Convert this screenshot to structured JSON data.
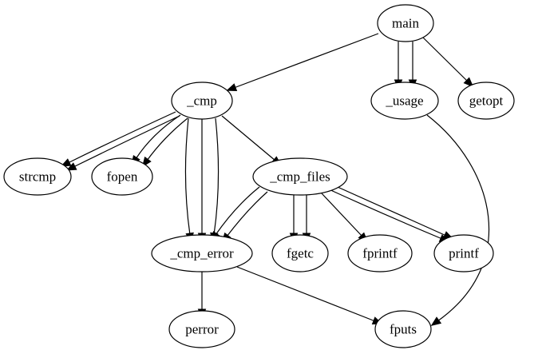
{
  "graph": {
    "type": "call-graph",
    "nodes": [
      {
        "id": "main",
        "label": "main"
      },
      {
        "id": "_cmp",
        "label": "_cmp"
      },
      {
        "id": "_usage",
        "label": "_usage"
      },
      {
        "id": "getopt",
        "label": "getopt"
      },
      {
        "id": "strcmp",
        "label": "strcmp"
      },
      {
        "id": "fopen",
        "label": "fopen"
      },
      {
        "id": "_cmp_files",
        "label": "_cmp_files"
      },
      {
        "id": "_cmp_error",
        "label": "_cmp_error"
      },
      {
        "id": "fgetc",
        "label": "fgetc"
      },
      {
        "id": "fprintf",
        "label": "fprintf"
      },
      {
        "id": "printf",
        "label": "printf"
      },
      {
        "id": "perror",
        "label": "perror"
      },
      {
        "id": "fputs",
        "label": "fputs"
      }
    ],
    "edges": [
      {
        "from": "main",
        "to": "_cmp"
      },
      {
        "from": "main",
        "to": "_usage"
      },
      {
        "from": "main",
        "to": "_usage"
      },
      {
        "from": "main",
        "to": "getopt"
      },
      {
        "from": "_cmp",
        "to": "strcmp"
      },
      {
        "from": "_cmp",
        "to": "strcmp"
      },
      {
        "from": "_cmp",
        "to": "fopen"
      },
      {
        "from": "_cmp",
        "to": "fopen"
      },
      {
        "from": "_cmp",
        "to": "_cmp_error"
      },
      {
        "from": "_cmp",
        "to": "_cmp_error"
      },
      {
        "from": "_cmp",
        "to": "_cmp_error"
      },
      {
        "from": "_cmp",
        "to": "_cmp_files"
      },
      {
        "from": "_usage",
        "to": "fputs"
      },
      {
        "from": "_cmp_files",
        "to": "_cmp_error"
      },
      {
        "from": "_cmp_files",
        "to": "_cmp_error"
      },
      {
        "from": "_cmp_files",
        "to": "fgetc"
      },
      {
        "from": "_cmp_files",
        "to": "fgetc"
      },
      {
        "from": "_cmp_files",
        "to": "fprintf"
      },
      {
        "from": "_cmp_files",
        "to": "printf"
      },
      {
        "from": "_cmp_files",
        "to": "printf"
      },
      {
        "from": "_cmp_error",
        "to": "perror"
      },
      {
        "from": "_cmp_error",
        "to": "fputs"
      }
    ]
  }
}
